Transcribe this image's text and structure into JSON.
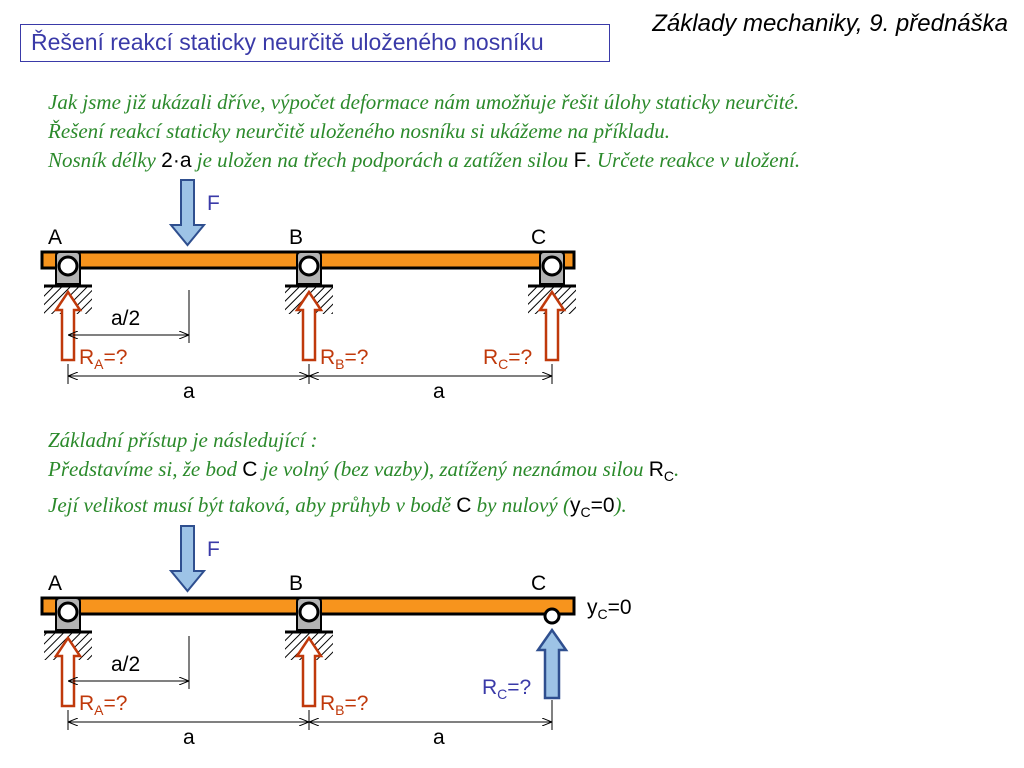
{
  "header": {
    "box_title": "Řešení reakcí staticky neurčitě uloženého nosníku",
    "course": "Základy mechaniky, 9. přednáška"
  },
  "intro": {
    "line1": "Jak jsme již ukázali dříve, výpočet deformace nám umožňuje řešit úlohy staticky neurčité.",
    "line2": "Řešení reakcí staticky neurčitě uloženého nosníku si ukážeme na příkladu.",
    "line3_a": "Nosník délky ",
    "line3_len": "2·a",
    "line3_b": " je uložen na třech podporách a zatížen silou ",
    "line3_force": "F",
    "line3_c": ". Určete reakce v uložení."
  },
  "approach": {
    "line1": "Základní přístup je následující :",
    "line2_a": "Představíme si, že bod ",
    "line2_pt": "C",
    "line2_b": " je volný (bez vazby), zatížený neznámou silou ",
    "line2_r": "R",
    "line2_rsub": "C",
    "line2_c": ".",
    "line3_a": "Její velikost musí být taková, aby průhyb v bodě ",
    "line3_pt": "C",
    "line3_b": " by nulový (",
    "line3_y": "y",
    "line3_ysub": "C",
    "line3_eq": "=0",
    "line3_c": ")."
  },
  "diagram1": {
    "force": "F",
    "support_a": "A",
    "support_b": "B",
    "support_c": "C",
    "dim_half": "a/2",
    "ra": "R",
    "ra_sub": "A",
    "ra_val": "=?",
    "rb": "R",
    "rb_sub": "B",
    "rb_val": "=?",
    "rc": "R",
    "rc_sub": "C",
    "rc_val": "=?",
    "dim_a1": "a",
    "dim_a2": "a"
  },
  "diagram2": {
    "force": "F",
    "support_a": "A",
    "support_b": "B",
    "support_c": "C",
    "yc": "y",
    "yc_sub": "C",
    "yc_val": "=0",
    "dim_half": "a/2",
    "ra": "R",
    "ra_sub": "A",
    "ra_val": "=?",
    "rb": "R",
    "rb_sub": "B",
    "rb_val": "=?",
    "rc": "R",
    "rc_sub": "C",
    "rc_val": "=?",
    "dim_a1": "a",
    "dim_a2": "a"
  },
  "colors": {
    "title": "#3a3aa8",
    "text_green": "#2b8a2b",
    "beam": "#f7941d",
    "reaction": "#c0390b",
    "force_fill": "#9dc3e6",
    "force_stroke": "#2f4f8f"
  }
}
